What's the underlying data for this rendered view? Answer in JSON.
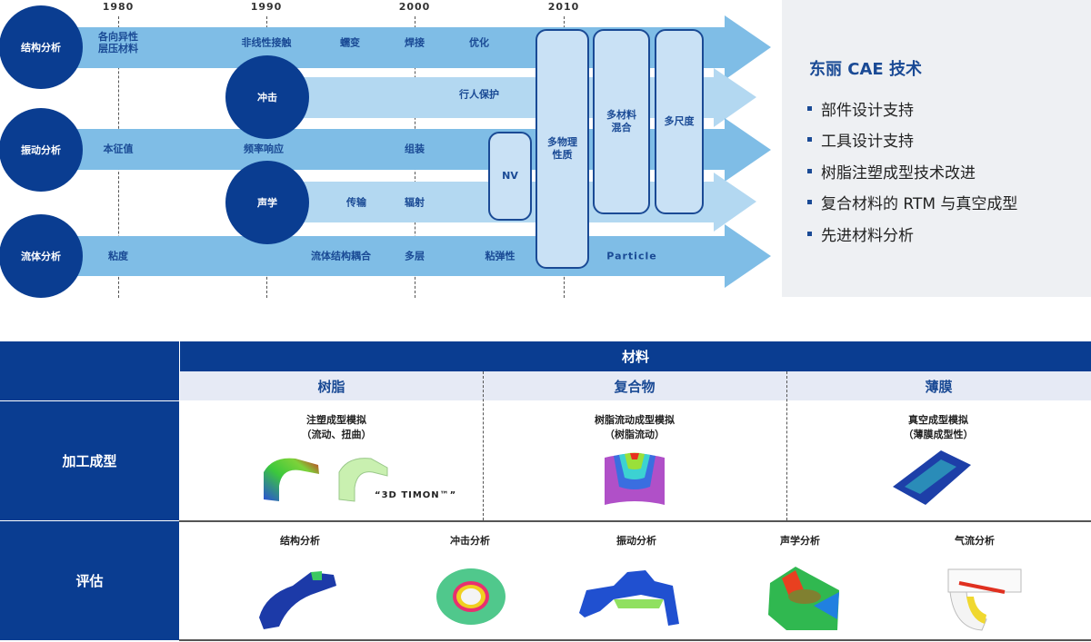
{
  "timeline": {
    "years": [
      "1980",
      "1990",
      "2000",
      "2010"
    ],
    "circles": {
      "structural": "结构分析",
      "impact": "冲击",
      "vibration": "振动分析",
      "acoustics": "声学",
      "fluid": "流体分析"
    },
    "row_structural": [
      "各向异性",
      "层压材料",
      "非线性接触",
      "蠕变",
      "焊接",
      "优化"
    ],
    "row_impact": [
      "行人保护"
    ],
    "row_vibration": [
      "本征值",
      "频率响应",
      "组装"
    ],
    "row_acoustics": [
      "传输",
      "辐射"
    ],
    "row_fluid": [
      "粘度",
      "流体结构耦合",
      "多层",
      "粘弹性",
      "Particle"
    ],
    "boxes": {
      "nv": "NV",
      "multiphysics": [
        "多物理",
        "性质"
      ],
      "multimaterial": [
        "多材料",
        "混合"
      ],
      "multiscale": "多尺度"
    }
  },
  "panel": {
    "title": "东丽 CAE 技术",
    "items": [
      "部件设计支持",
      "工具设计支持",
      "树脂注塑成型技术改进",
      "复合材料的 RTM 与真空成型",
      "先进材料分析"
    ]
  },
  "table": {
    "header": "材料",
    "columns": [
      "树脂",
      "复合物",
      "薄膜"
    ],
    "rows": [
      "加工成型",
      "评估"
    ],
    "processing": [
      {
        "title": "注塑成型模拟",
        "sub": "（流动、扭曲）",
        "tag": "“3D TIMON™”"
      },
      {
        "title": "树脂流动成型模拟",
        "sub": "（树脂流动）"
      },
      {
        "title": "真空成型模拟",
        "sub": "（薄膜成型性）"
      }
    ],
    "evaluation": [
      "结构分析",
      "冲击分析",
      "振动分析",
      "声学分析",
      "气流分析"
    ]
  },
  "colors": {
    "dark_blue": "#0a3d91",
    "arrow": "#7fbde6",
    "arrow_light": "#b3d8f1",
    "box": "#c9e1f5"
  }
}
